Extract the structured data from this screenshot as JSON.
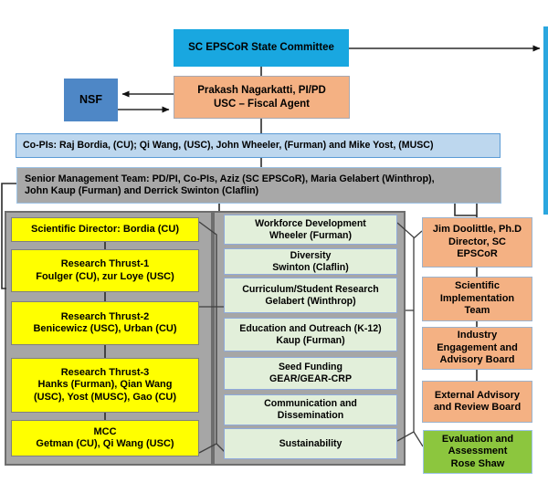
{
  "palette": {
    "cyan": "#19a7e0",
    "nsf_blue": "#4e87c6",
    "orange": "#f4b183",
    "light_blue": "#bdd7ee",
    "gray_box": "#a8a8a8",
    "container_gray": "#a6a6a6",
    "yellow": "#ffff00",
    "light_green": "#e2efda",
    "bright_green": "#8cc63e",
    "side_bar_blue": "#2ba7df",
    "line": "#2b2b2b"
  },
  "boxes": {
    "state_committee": {
      "label": "SC EPSCoR State Committee"
    },
    "nsf": {
      "label": "NSF"
    },
    "pi": {
      "lines": [
        "Prakash Nagarkatti, PI/PD",
        "USC – Fiscal Agent"
      ]
    },
    "co_pis": {
      "label": "Co-PIs: Raj Bordia, (CU); Qi Wang, (USC), John Wheeler, (Furman) and Mike Yost, (MUSC)"
    },
    "senior_mgmt": {
      "lines": [
        "Senior Management Team: PD/PI, Co-PIs, Aziz (SC EPSCoR), Maria Gelabert (Winthrop),",
        "John Kaup (Furman) and Derrick Swinton (Claflin)"
      ]
    }
  },
  "left_column": [
    {
      "lines": [
        "Scientific Director: Bordia (CU)"
      ]
    },
    {
      "lines": [
        "Research Thrust-1",
        "Foulger (CU), zur Loye (USC)"
      ]
    },
    {
      "lines": [
        "Research Thrust-2",
        "Benicewicz (USC), Urban (CU)"
      ]
    },
    {
      "lines": [
        "Research Thrust-3",
        "Hanks (Furman), Qian Wang",
        "(USC), Yost (MUSC), Gao (CU)"
      ]
    },
    {
      "lines": [
        "MCC",
        "Getman (CU), Qi Wang (USC)"
      ]
    }
  ],
  "middle_column": [
    {
      "lines": [
        "Workforce Development",
        "Wheeler (Furman)"
      ]
    },
    {
      "lines": [
        "Diversity",
        "Swinton (Claflin)"
      ]
    },
    {
      "lines": [
        "Curriculum/Student Research",
        "Gelabert (Winthrop)"
      ]
    },
    {
      "lines": [
        "Education and Outreach (K-12)",
        "Kaup (Furman)"
      ]
    },
    {
      "lines": [
        "Seed Funding",
        "GEAR/GEAR-CRP"
      ]
    },
    {
      "lines": [
        "Communication and",
        "Dissemination"
      ]
    },
    {
      "lines": [
        "Sustainability"
      ]
    }
  ],
  "right_column": [
    {
      "lines": [
        "Jim Doolittle, Ph.D",
        "Director, SC",
        "EPSCoR"
      ]
    },
    {
      "lines": [
        "Scientific",
        "Implementation",
        "Team"
      ]
    },
    {
      "lines": [
        "Industry",
        "Engagement and",
        "Advisory Board"
      ]
    },
    {
      "lines": [
        "External Advisory",
        "and Review Board"
      ]
    },
    {
      "lines": [
        "Evaluation and",
        "Assessment",
        "Rose Shaw"
      ]
    }
  ]
}
